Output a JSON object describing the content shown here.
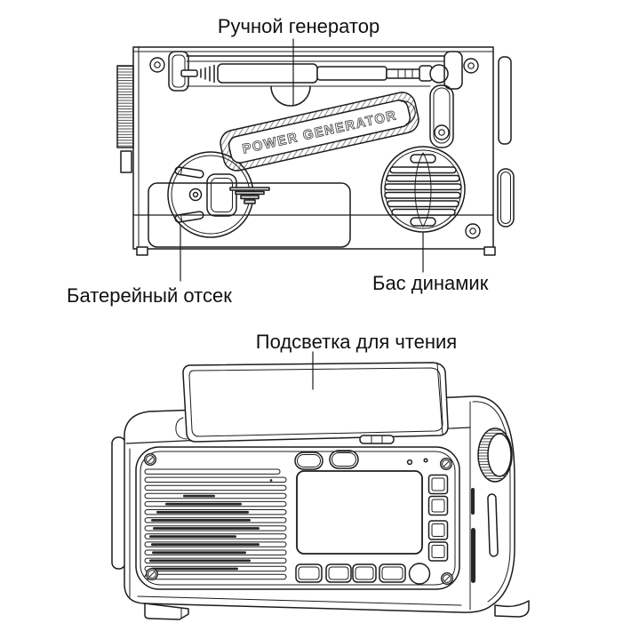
{
  "page": {
    "background": "#ffffff",
    "ink": "#1c1c1c",
    "dark_fill": "#262626"
  },
  "figure": {
    "back_view": {
      "engraving": "POWER GENERATOR",
      "callouts": [
        {
          "id": "hand-generator",
          "label": "Ручной генератор"
        },
        {
          "id": "battery-compartment",
          "label": "Батерейный отсек"
        },
        {
          "id": "bass-speaker",
          "label": "Бас динамик"
        }
      ]
    },
    "front_view": {
      "callouts": [
        {
          "id": "reading-light",
          "label": "Подсветка для чтения"
        }
      ]
    }
  }
}
